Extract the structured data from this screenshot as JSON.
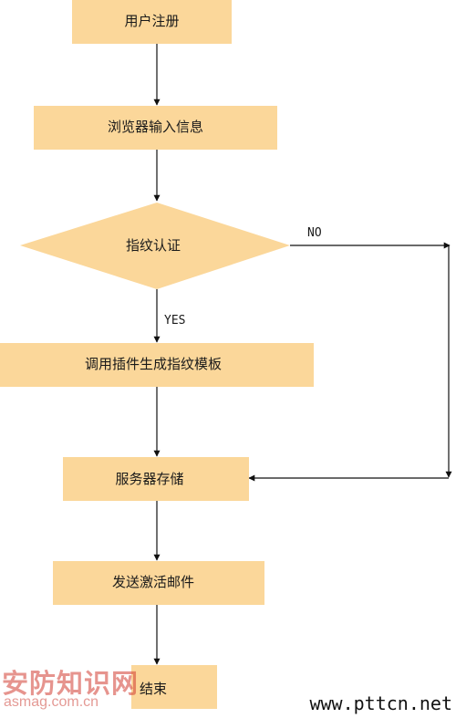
{
  "flow": {
    "colors": {
      "node_fill": "#fbd79a",
      "line": "#111111"
    },
    "nodes": {
      "register": "用户注册",
      "browser_input": "浏览器输入信息",
      "fingerprint_auth": "指纹认证",
      "plugin_template": "调用插件生成指纹模板",
      "server_store": "服务器存储",
      "send_email": "发送激活邮件",
      "end": "结束"
    },
    "edges": {
      "no_label": "NO",
      "yes_label": "YES"
    }
  },
  "watermark": {
    "title": "安防知识网",
    "domain": "asmag.com.cn",
    "site": "www.pttcn.net"
  }
}
